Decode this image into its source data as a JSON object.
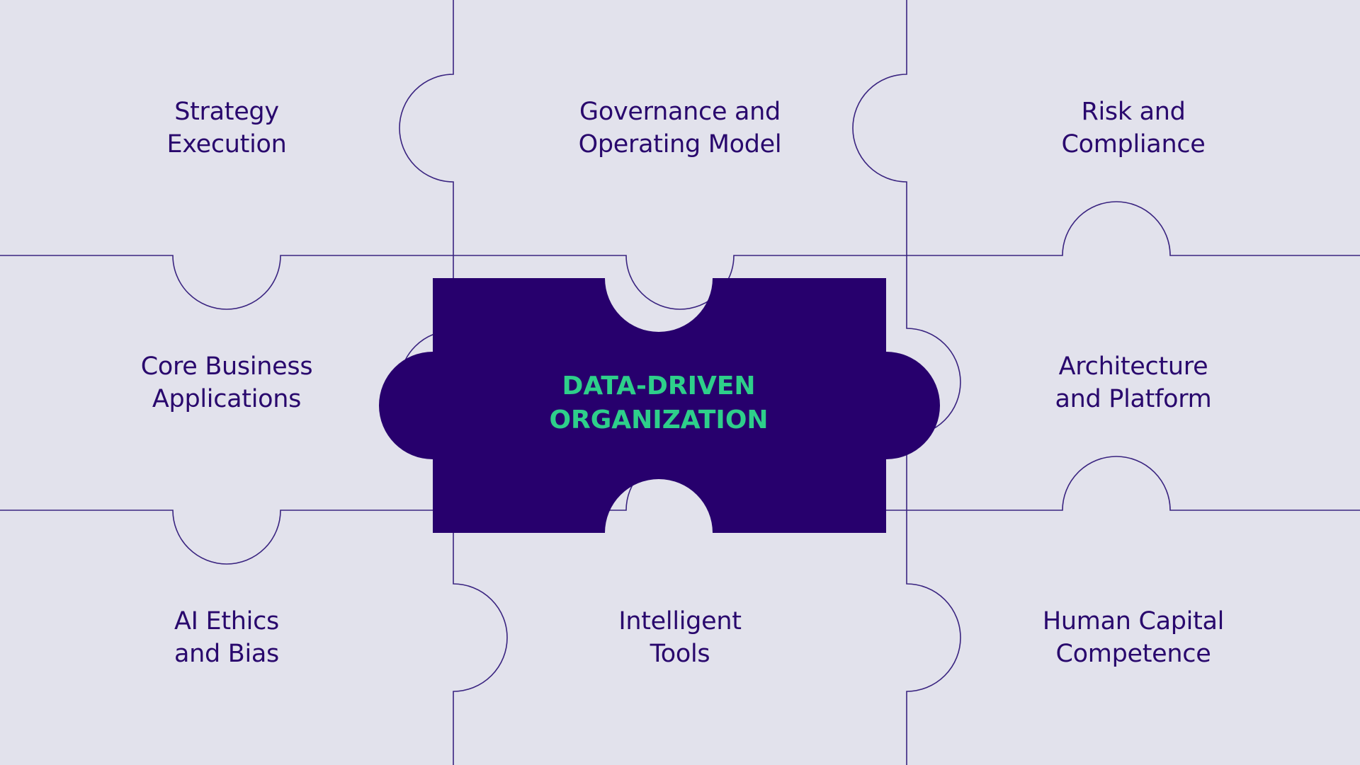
{
  "diagram": {
    "center": {
      "label": "DATA-DRIVEN\nORGANIZATION"
    },
    "pieces": [
      {
        "id": "strategy",
        "label": "Strategy\nExecution"
      },
      {
        "id": "governance",
        "label": "Governance and\nOperating Model"
      },
      {
        "id": "risk",
        "label": "Risk and\nCompliance"
      },
      {
        "id": "core",
        "label": "Core Business\nApplications"
      },
      {
        "id": "architecture",
        "label": "Architecture\nand Platform"
      },
      {
        "id": "ethics",
        "label": "AI Ethics\nand Bias"
      },
      {
        "id": "tools",
        "label": "Intelligent\nTools"
      },
      {
        "id": "human",
        "label": "Human Capital\nCompetence"
      }
    ]
  },
  "colors": {
    "background": "#e2e2ec",
    "outline": "#3a2480",
    "center_fill": "#27006d",
    "center_text": "#2ecf8a",
    "label_text": "#29086d"
  }
}
